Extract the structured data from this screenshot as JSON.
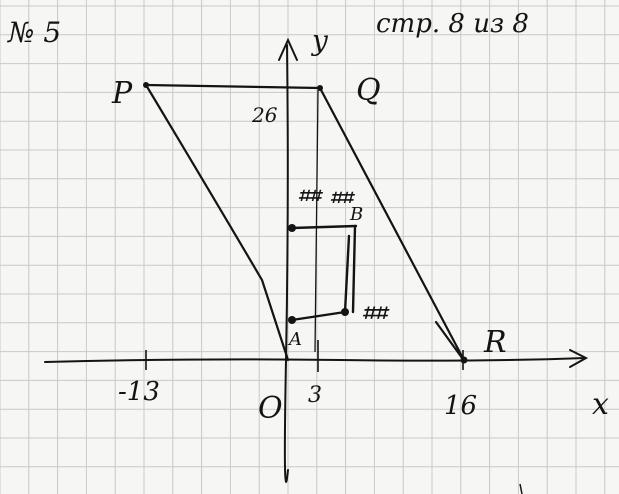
{
  "header": {
    "problem_no": "№ 5",
    "page_ref": "стр. 8 из 8"
  },
  "axes": {
    "x_label": "x",
    "y_label": "y",
    "origin_label": "O"
  },
  "points": {
    "P": "P",
    "Q": "Q",
    "R": "R",
    "A": "A",
    "B": "B"
  },
  "ticks": {
    "x_neg13": "-13",
    "x_3": "3",
    "x_16": "16",
    "y_26": "26"
  },
  "scribbles": {
    "left_top": "⌗⌗",
    "right_top": "⌗⌗",
    "right_mid": "⌗⌗"
  },
  "colors": {
    "paper": "#f6f6f4",
    "grid": "#c9c9c9",
    "ink": "#141414"
  }
}
